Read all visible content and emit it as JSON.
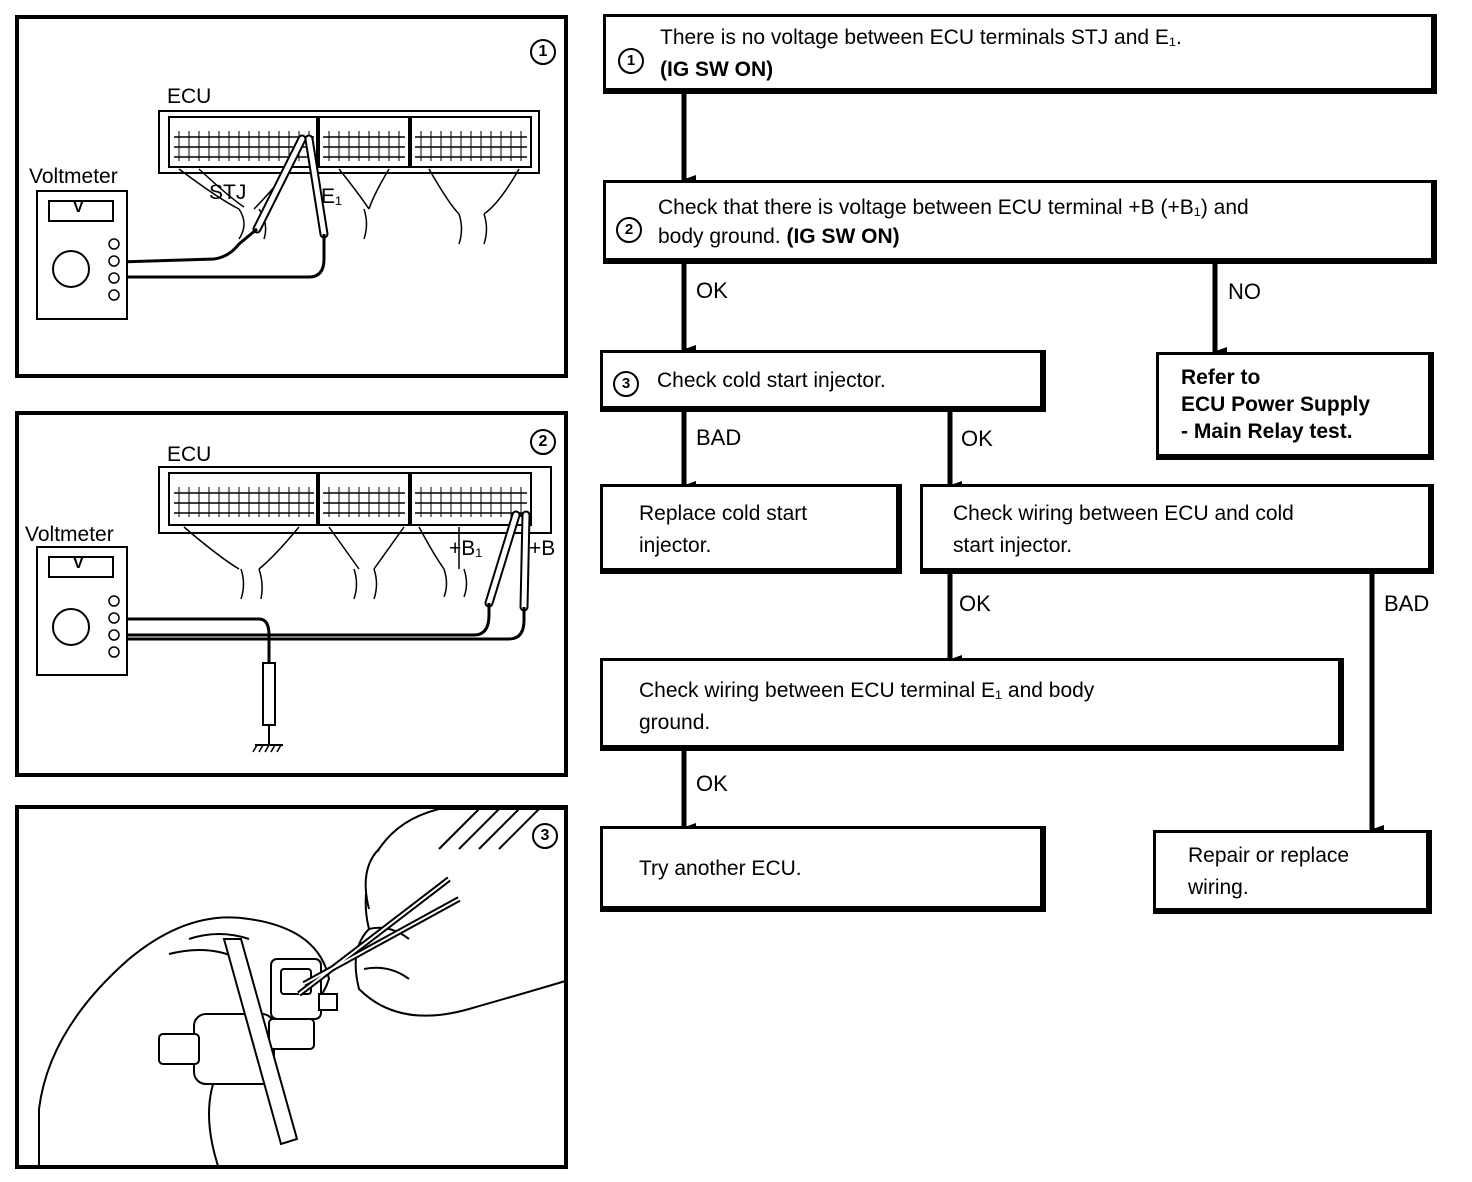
{
  "panels": [
    {
      "num": "1",
      "ecu_label": "ECU",
      "meter_label": "Voltmeter",
      "meter_unit": "V",
      "probe_labels": [
        "STJ",
        "E₁"
      ]
    },
    {
      "num": "2",
      "ecu_label": "ECU",
      "meter_label": "Voltmeter",
      "meter_unit": "V",
      "probe_labels": [
        "+B₁",
        "+B"
      ]
    },
    {
      "num": "3"
    }
  ],
  "flow": {
    "step1": {
      "num": "1",
      "line1": "There is no voltage between ECU terminals STJ and E₁.",
      "line2": "(IG SW ON)"
    },
    "step2": {
      "num": "2",
      "line1": "Check that there is voltage between ECU terminal +B (+B₁) and",
      "line2a": "body ground.",
      "line2b": "(IG SW ON)"
    },
    "step3": {
      "num": "3",
      "text": "Check cold start injector."
    },
    "refer": {
      "line1": "Refer to",
      "line2": "ECU Power Supply",
      "line3": "- Main Relay test."
    },
    "replace_injector": {
      "line1": "Replace cold start",
      "line2": "injector."
    },
    "check_wiring_injector": {
      "line1": "Check wiring between ECU and cold",
      "line2": "start injector."
    },
    "check_wiring_ground": {
      "line1": "Check wiring between ECU terminal E₁ and body",
      "line2": "ground."
    },
    "try_ecu": {
      "text": "Try another ECU."
    },
    "repair_wiring": {
      "line1": "Repair or replace",
      "line2": "wiring."
    },
    "labels": {
      "ok_step2": "OK",
      "no_step2": "NO",
      "bad_step3": "BAD",
      "ok_step3": "OK",
      "ok_wiring": "OK",
      "bad_wiring": "BAD",
      "ok_ground": "OK"
    }
  }
}
